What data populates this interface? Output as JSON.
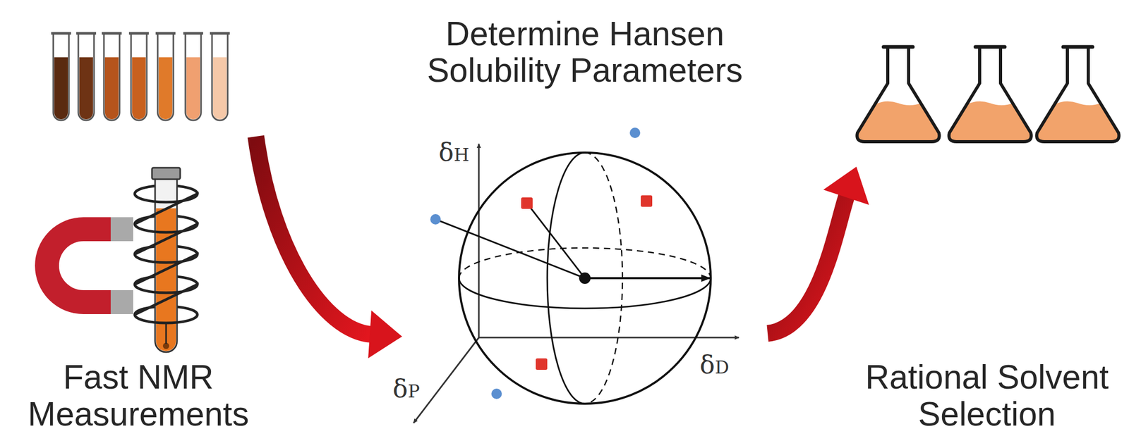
{
  "diagram": {
    "nodes": [
      {
        "text": [
          "Fast NMR Measurements"
        ]
      },
      {
        "text": [
          "Determine Hansen Solubility Parameters"
        ]
      },
      {
        "text": [
          "Rational Solvent Selection"
        ]
      }
    ],
    "edges": [
      {
        "from": 0,
        "to": 1,
        "arrow": "to"
      },
      {
        "from": 1,
        "to": 2,
        "arrow": "to"
      }
    ],
    "labels": [
      "δH",
      "δP",
      "δD"
    ]
  }
}
